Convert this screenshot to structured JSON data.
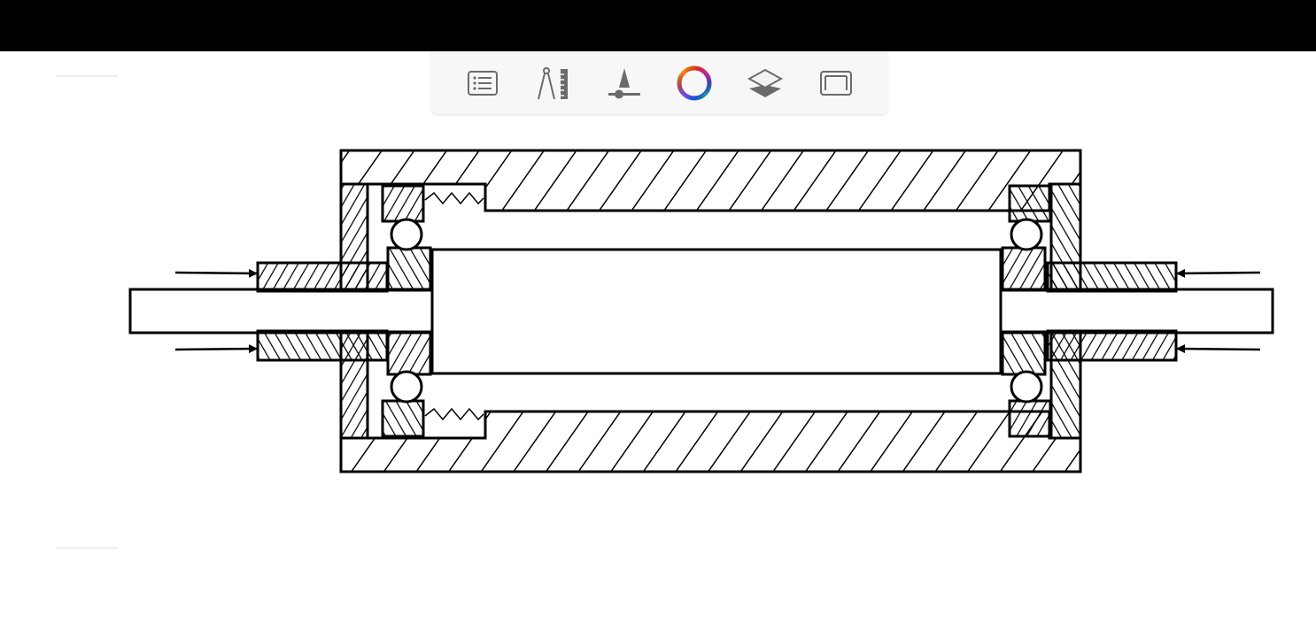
{
  "app": {
    "canvas": "technical-drawing-roller-assembly"
  },
  "toolbar": {
    "items": [
      {
        "icon": "list-icon",
        "name": "gallery"
      },
      {
        "icon": "compass-ruler-icon",
        "name": "precision"
      },
      {
        "icon": "brush-size-icon",
        "name": "brush"
      },
      {
        "icon": "color-wheel-icon",
        "name": "color"
      },
      {
        "icon": "layers-icon",
        "name": "layers"
      },
      {
        "icon": "canvas-frame-icon",
        "name": "canvas"
      }
    ]
  },
  "colors": {
    "topbar": "#000000",
    "toolbar_bg": "#f7f7f7",
    "icon": "#6b6b6b",
    "ink": "#000000"
  }
}
